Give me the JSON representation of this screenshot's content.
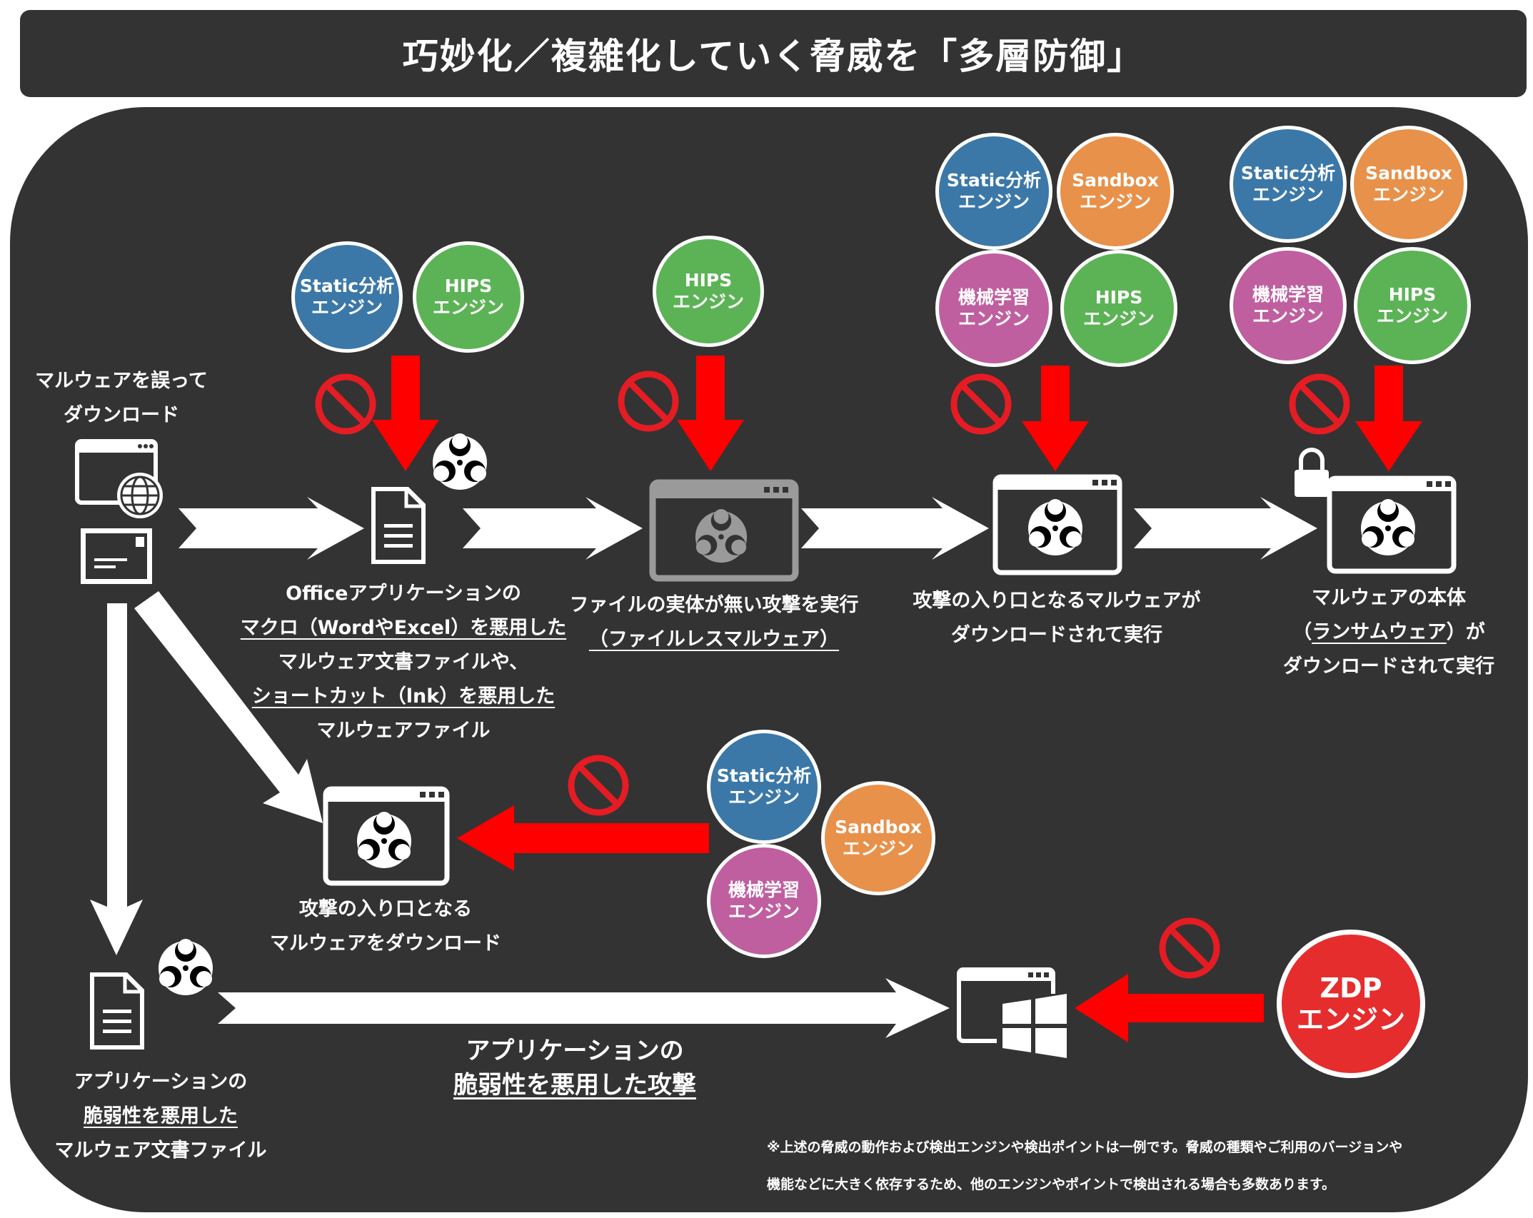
{
  "title": "巧妙化／複雑化していく脅威を「多層防御」",
  "colors": {
    "background": "#333333",
    "static": "#3b78a8",
    "hips": "#5cb356",
    "sandbox": "#e8914a",
    "ml": "#bf5f9f",
    "zdp": "#e52d2d",
    "arrow_red": "#ff0000",
    "ban_red": "#e51c23"
  },
  "engines": {
    "static": "Static分析\nエンジン",
    "hips": "HIPS\nエンジン",
    "sandbox": "Sandbox\nエンジン",
    "ml": "機械学習\nエンジン",
    "zdp": "ZDP\nエンジン"
  },
  "icons": [
    "globe-icon",
    "mail-icon",
    "document-icon",
    "biohazard-icon",
    "window-icon",
    "prohibited-icon",
    "lock-icon",
    "windows-logo-icon"
  ],
  "labels": {
    "start": [
      "マルウェアを誤って",
      "ダウンロード"
    ],
    "office": [
      "Officeアプリケーションの",
      "マクロ（WordやExcel）を悪用した",
      "マルウェア文書ファイルや、",
      "ショートカット（lnk）を悪用した",
      "マルウェアファイル"
    ],
    "fileless": [
      "ファイルの実体が無い攻撃を実行",
      "（ファイルレスマルウェア）"
    ],
    "entry": [
      "攻撃の入り口となるマルウェアが",
      "ダウンロードされて実行"
    ],
    "ransom_line1": "マルウェアの本体",
    "ransom_line2_open": "（",
    "ransom_line2_u": "ランサムウェア",
    "ransom_line2_close": "）が",
    "ransom_line3": "ダウンロードされて実行",
    "entry_download": [
      "攻撃の入り口となる",
      "マルウェアをダウンロード"
    ],
    "vuln_doc_line1": "アプリケーションの",
    "vuln_doc_u": "脆弱性を悪用した",
    "vuln_doc_line3": "マルウェア文書ファイル",
    "vuln_attack_line1": "アプリケーションの",
    "vuln_attack_line2": "脆弱性を悪用した攻撃"
  },
  "note": [
    "※上述の脅威の動作および検出エンジンや検出ポイントは一例です。脅威の種類やご利用のバージョンや",
    "機能などに大きく依存するため、他のエンジンやポイントで検出される場合も多数あります。"
  ]
}
